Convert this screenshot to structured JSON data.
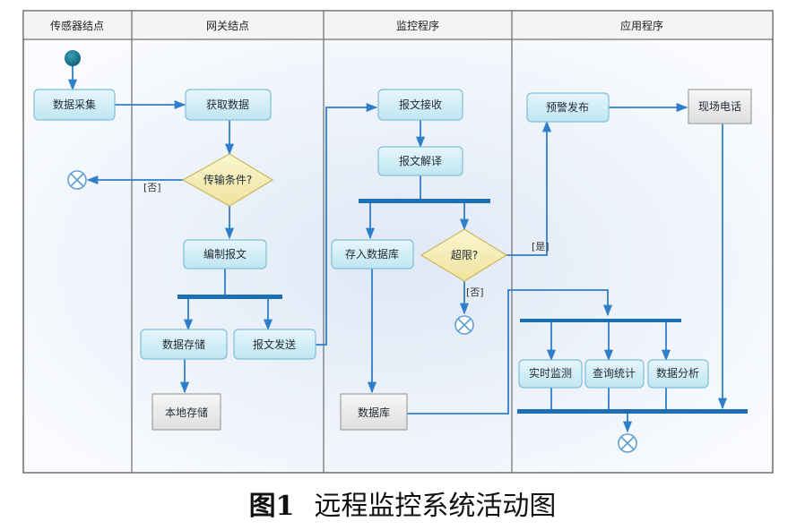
{
  "lanes": [
    {
      "title": "传感器结点"
    },
    {
      "title": "网关结点"
    },
    {
      "title": "监控程序"
    },
    {
      "title": "应用程序"
    }
  ],
  "nodes": {
    "data_collect": "数据采集",
    "get_data": "获取数据",
    "condition": "传输条件?",
    "make_msg": "编制报文",
    "data_store": "数据存储",
    "msg_send": "报文发送",
    "local_store": "本地存储",
    "msg_recv": "报文接收",
    "msg_parse": "报文解译",
    "db_insert": "存入数据库",
    "exceed": "超限?",
    "database": "数据库",
    "alarm": "预警发布",
    "site": "现场电话",
    "realtime": "实时监测",
    "query": "查询统计",
    "analysis": "数据分析"
  },
  "guards": {
    "no1": "[否]",
    "no2": "[否]",
    "yes": "[是]"
  },
  "caption": {
    "num": "图1",
    "text": "远程监控系统活动图"
  }
}
